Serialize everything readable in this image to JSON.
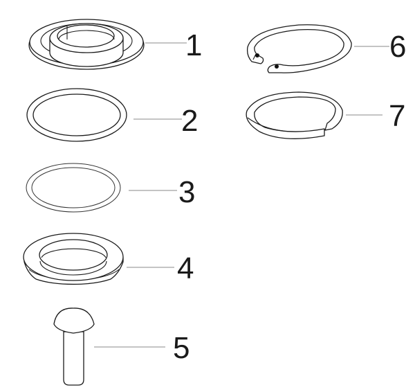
{
  "diagram": {
    "type": "exploded-parts-view",
    "background": "#ffffff",
    "line_color": "#1a1a1a",
    "leader_color": "#8a8a8a",
    "parts": [
      {
        "number": "1",
        "description": "stepped flanged bushing / grommet"
      },
      {
        "number": "2",
        "description": "o-ring (thick)"
      },
      {
        "number": "3",
        "description": "o-ring (thin)"
      },
      {
        "number": "4",
        "description": "tapered seal ring / cup"
      },
      {
        "number": "5",
        "description": "round-head rivet / pin"
      },
      {
        "number": "6",
        "description": "internal retaining ring (circlip) with lug holes"
      },
      {
        "number": "7",
        "description": "split snap ring"
      }
    ]
  }
}
